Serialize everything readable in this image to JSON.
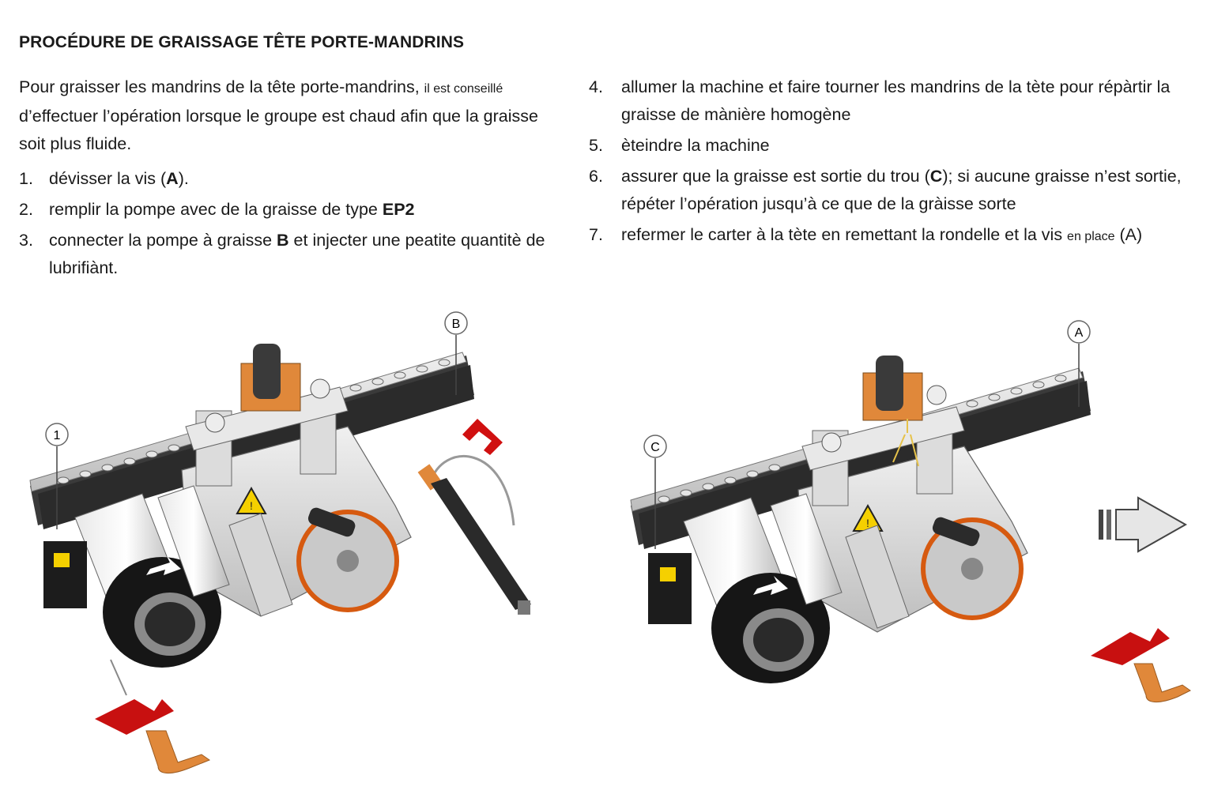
{
  "title": "PROCÉDURE DE GRAISSAGE TÊTE PORTE-MANDRINS",
  "intro": {
    "main": "Pour graisser les mandrins de la tête porte-mandrins, ",
    "small": "il est conseillé",
    "rest": " d’effectuer l’opération lorsque le groupe est chaud afin que la graisse soit plus fluide."
  },
  "steps_left": [
    {
      "num": "1.",
      "pre": "dévisser la vis (",
      "bold": "A",
      "post": ")."
    },
    {
      "num": "2.",
      "pre": "remplir la pompe avec de la graisse de type ",
      "bold": "EP2",
      "post": ""
    },
    {
      "num": "3.",
      "pre": "connecter la pompe à graisse ",
      "bold": "B",
      "post": " et injecter une peatite quantitè de lubrifiànt."
    }
  ],
  "steps_right": [
    {
      "num": "4.",
      "pre": "allumer la machine et faire tourner les mandrins de la tète pour répàrtir la graisse de mànière homogène",
      "bold": "",
      "post": ""
    },
    {
      "num": "5.",
      "pre": "èteindre la machine",
      "bold": "",
      "post": ""
    },
    {
      "num": "6.",
      "pre": "assurer que la graisse est sortie du trou (",
      "bold": "C",
      "post": "); si aucune graisse n’est sortie, répéter l’opération jusqu’à ce que de la gràisse sorte"
    },
    {
      "num": "7.",
      "pre": "refermer le carter à la tète en remettant la rondelle et la vis ",
      "small": "en place",
      "post": " (A)"
    }
  ],
  "callouts": {
    "left_1": "1",
    "left_b": "B",
    "right_c": "C",
    "right_a": "A"
  },
  "colors": {
    "text": "#1a1a1a",
    "accent_red": "#d01010",
    "tool_orange": "#e0883a",
    "warning_yellow": "#f5d000",
    "machine_gray": "#dcdcdc"
  }
}
